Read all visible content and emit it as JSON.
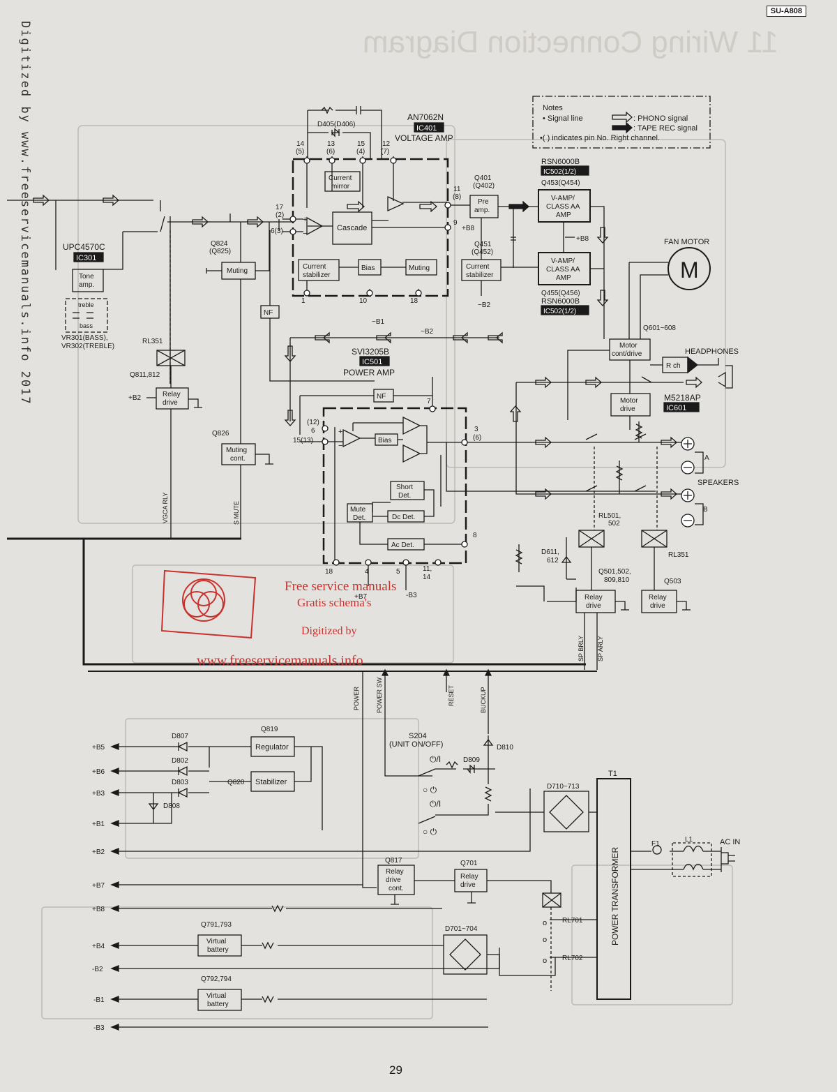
{
  "side_text": "Digitized by www.freeservicemanuals.info 2017",
  "model": "SU-A808",
  "section_title": "11 Wiring Connection Diagram",
  "page_number": "29",
  "notes": {
    "title": "Notes",
    "signal_line": "• Signal line",
    "phono": ": PHONO signal",
    "tape": ": TAPE REC signal",
    "pin": "•(      ) indicates pin No. Right channel."
  },
  "ics": {
    "ic401": {
      "part": "AN7062N",
      "tag": "IC401",
      "func": "VOLTAGE AMP"
    },
    "ic301": {
      "part": "UPC4570C",
      "tag": "IC301"
    },
    "ic502a": {
      "part": "RSN6000B",
      "tag": "IC502(1/2)"
    },
    "ic502b": {
      "part": "RSN6000B",
      "tag": "IC502(1/2)"
    },
    "ic501": {
      "part": "SVI3205B",
      "tag": "IC501",
      "func": "POWER AMP"
    },
    "ic601": {
      "part": "M5218AP",
      "tag": "IC601"
    }
  },
  "blocks": {
    "current_mirror": [
      "Current",
      "mirror"
    ],
    "cascade": "Cascade",
    "current_stab": [
      "Current",
      "stabilizer"
    ],
    "bias": "Bias",
    "muting_ic": "Muting",
    "pre_amp": [
      "Pre",
      "amp."
    ],
    "current_stab2": [
      "Current",
      "stabilizer"
    ],
    "vamp1": [
      "V-AMP/",
      "CLASS AA",
      "AMP"
    ],
    "vamp2": [
      "V-AMP/",
      "CLASS AA",
      "AMP"
    ],
    "tone": [
      "Tone",
      "amp."
    ],
    "treble": "treble",
    "bass": "bass",
    "muting_q": "Muting",
    "nf1": "NF",
    "nf2": "NF",
    "relay1": [
      "Relay",
      "drive"
    ],
    "muting_cont": [
      "Muting",
      "cont."
    ],
    "bias2": "Bias",
    "short_det": [
      "Short",
      "Det."
    ],
    "mute_det": [
      "Mute",
      "Det."
    ],
    "dc_det": "Dc Det.",
    "ac_det": "Ac Det.",
    "motor_cont": [
      "Motor",
      "cont/drive"
    ],
    "motor_drive": [
      "Motor",
      "drive"
    ],
    "rch": "R ch",
    "relay2": [
      "Relay",
      "drive"
    ],
    "relay3": [
      "Relay",
      "drive"
    ],
    "regulator": "Regulator",
    "stabilizer": "Stabilizer",
    "relay_cont": [
      "Relay",
      "drive",
      "cont."
    ],
    "relay4": [
      "Relay",
      "drive"
    ],
    "virtual1": [
      "Virtual",
      "battery"
    ],
    "virtual2": [
      "Virtual",
      "battery"
    ],
    "power_transformer": "POWER TRANSFORMER"
  },
  "labels": {
    "d405": "D405(D406)",
    "q401": "Q401",
    "q402": "(Q402)",
    "q451": "Q451",
    "q452": "(Q452)",
    "q453": "Q453(Q454)",
    "q455": "Q455(Q456)",
    "q824": "Q824",
    "q825": "(Q825)",
    "q826": "Q826",
    "q811": "Q811,812",
    "rl351a": "RL351",
    "rl351b": "RL351",
    "vr": "VR301(BASS),",
    "vr2": "VR302(TREBLE)",
    "b2in": "+B2",
    "fan": "FAN MOTOR",
    "fan_m": "M",
    "q601": "Q601~608",
    "headphones": "HEADPHONES",
    "speakers": "SPEAKERS",
    "sp_a": "A",
    "sp_b": "B",
    "rl501": "RL501,",
    "rl502": "502",
    "d611": "D611,",
    "d612": "612",
    "q501": "Q501,502,",
    "q809": "809,810",
    "q503": "Q503",
    "vgca": "VGCA RLY",
    "smute": "S MUTE",
    "sp_brly": "SP BRLY",
    "sp_arly": "SP ARLY",
    "power": "POWER",
    "power_sw": "POWER SW",
    "reset": "RESET",
    "buckup": "BUCKUP",
    "b7lbl": "+B7",
    "b3lbl": "-B3",
    "q819": "Q819",
    "q820": "Q820",
    "d807": "D807",
    "d802": "D802",
    "d803": "D803",
    "d808": "D808",
    "s204": "S204",
    "s204b": "(UNIT ON/OFF)",
    "d809": "D809",
    "d810": "D810",
    "t1": "T1",
    "d710": "D710~713",
    "f1": "F1",
    "l1": "L1",
    "acin": "AC IN",
    "q817": "Q817",
    "q701": "Q701",
    "rl701": "RL701",
    "rl702": "RL702",
    "d701": "D701~704",
    "q791": "Q791,793",
    "q792": "Q792,794",
    "p_b2": "−B2",
    "p_b1": "−B1",
    "p_b2b": "−B2",
    "p_b8": "+B8",
    "p_b8b": "+B8"
  },
  "pins": {
    "p14": "14",
    "p5": "(5)",
    "p13": "13",
    "p6": "(6)",
    "p15": "15",
    "p4": "(4)",
    "p12": "12",
    "p7": "(7)",
    "p11": "11",
    "p8": "(8)",
    "p17": "17",
    "p2": "(2)",
    "p63": "6(3)",
    "p9": "9",
    "p1": "1",
    "p10": "10",
    "p18": "18",
    "q12": "(12)",
    "q6": "6",
    "q1513": "15(13)",
    "q3": "3",
    "q6b": "(6)",
    "q7": "7",
    "q8": "8",
    "q18": "18",
    "q4": "4",
    "q5": "5",
    "q11": "11,",
    "q14": "14"
  },
  "rails": [
    "+B5",
    "+B6",
    "+B3",
    "+B1",
    "+B2",
    "+B7",
    "+B8",
    "+B4",
    "-B2",
    "-B1",
    "-B3"
  ],
  "watermark": {
    "l1": "Free service manuals",
    "l2": "Gratis schema's",
    "l3": "Digitized by",
    "l4": "www.freeservicemanuals.info"
  }
}
